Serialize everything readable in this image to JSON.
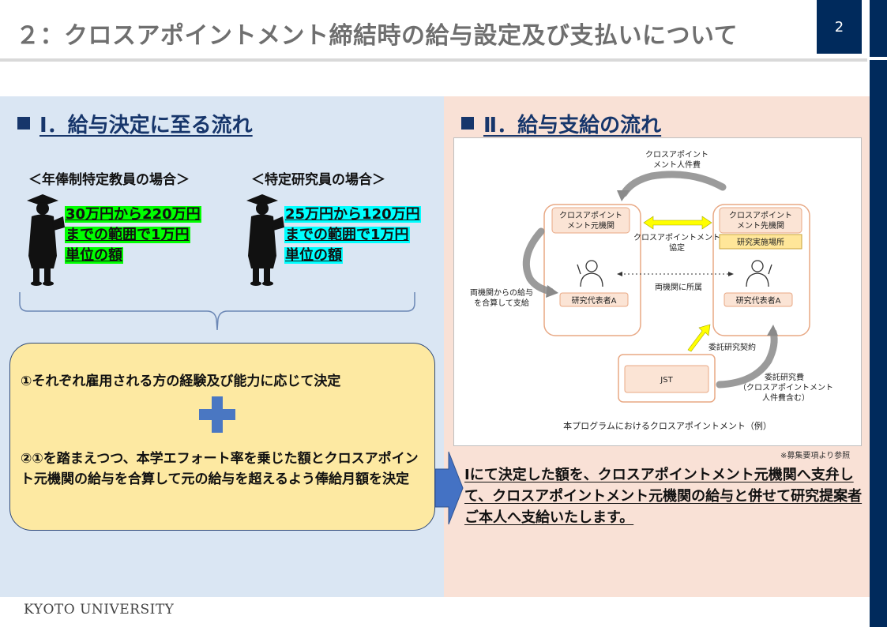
{
  "header": {
    "title": "２：クロスアポイントメント締結時の給与設定及び支払いについて",
    "page_number": "2"
  },
  "section1": {
    "heading": "Ⅰ．給与決定に至る流れ",
    "case_a": {
      "label": "＜年俸制特定教員の場合＞",
      "salary_lines": [
        "30万円から220万円",
        "までの範囲で1万円",
        "単位の額"
      ],
      "highlight_color": "#00ff00"
    },
    "case_b": {
      "label": "＜特定研究員の場合＞",
      "salary_lines": [
        "25万円から120万円",
        "までの範囲で1万円",
        "単位の額"
      ],
      "highlight_color": "#00ffff"
    },
    "step1": "①それぞれ雇用される方の経験及び能力に応じて決定",
    "step2": "②①を踏まえつつ、本学エフォート率を乗じた額とクロスアポイント元機関の給与を合算して元の給与を超えるよう俸給月額を決定"
  },
  "section2": {
    "heading": "Ⅱ．給与支給の流れ",
    "diagram": {
      "top_label_1": "クロスアポイント",
      "top_label_2": "メント人件費",
      "org_left_1": "クロスアポイント",
      "org_left_2": "メント元機関",
      "agreement_1": "クロスアポイントメント",
      "agreement_2": "協定",
      "org_right_1": "クロスアポイント",
      "org_right_2": "メント先機関",
      "research_site": "研究実施場所",
      "left_side_1": "両機関からの給与",
      "left_side_2": "を合算して支給",
      "both_affiliation": "両機関に所属",
      "researcher_left": "研究代表者A",
      "researcher_right": "研究代表者A",
      "contract": "委託研究契約",
      "funder": "JST",
      "fund_label_1": "委託研究費",
      "fund_label_2": "（クロスアポイントメント",
      "fund_label_3": "人件費含む）",
      "caption": "本プログラムにおけるクロスアポイントメント（例）"
    },
    "reference_note": "※募集要項より参照",
    "payment_text": "Ⅰにて決定した額を、クロスアポイントメント元機関へ支弁して、クロスアポイントメント元機関の給与と併せて研究提案者ご本人へ支給いたします。"
  },
  "footer": {
    "logo_text": "KYOTO UNIVERSITY"
  },
  "colors": {
    "navy": "#002a5c",
    "left_panel_bg": "#dae6f3",
    "right_panel_bg": "#f9e1d6",
    "decision_box_bg": "#fde9a2",
    "plus_color": "#4a77c2",
    "diagram_box_border": "#e8a884",
    "diagram_box_fill": "#fbe4d5",
    "arrow_yellow": "#ffff00"
  }
}
